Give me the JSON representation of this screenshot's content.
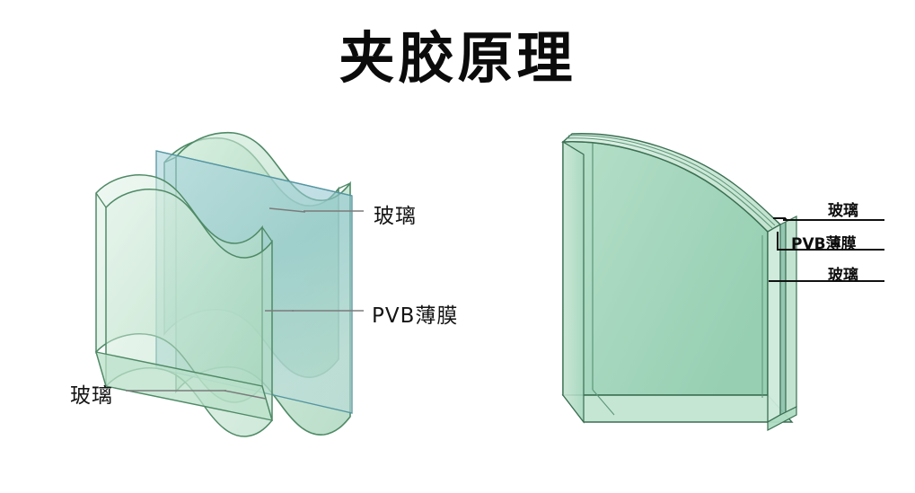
{
  "page": {
    "title": "夹胶原理",
    "background_color": "#ffffff"
  },
  "colors": {
    "glass_fill": "#a9d7bd",
    "glass_fill_light": "#cbe8d6",
    "glass_edge": "#3f7a58",
    "glass_outline": "#4f8a66",
    "pvb_fill": "#8fc5cf",
    "pvb_edge": "#4a8f9c",
    "assembled_fill": "#a4d5bd",
    "assembled_outline": "#3a6f52",
    "leader_line_left": "#6f6f6f",
    "leader_line_right": "#111111",
    "label_text": "#111111",
    "title_text": "#0b0b0b"
  },
  "exploded_view": {
    "name": "exploded-laminated-glass",
    "layers": [
      {
        "id": "front-glass",
        "label": "玻璃",
        "material": "glass"
      },
      {
        "id": "pvb-film",
        "label": "PVB薄膜",
        "material": "pvb"
      },
      {
        "id": "back-glass",
        "label": "玻璃",
        "material": "glass"
      }
    ],
    "callouts": [
      {
        "id": "glass-top",
        "text": "玻璃",
        "target_layer": "back-glass"
      },
      {
        "id": "pvb-middle",
        "text": "PVB薄膜",
        "target_layer": "pvb-film"
      },
      {
        "id": "glass-bottom",
        "text": "玻璃",
        "target_layer": "front-glass"
      }
    ]
  },
  "assembled_view": {
    "name": "assembled-laminated-glass",
    "callouts": [
      {
        "id": "r-glass-top",
        "text": "玻璃"
      },
      {
        "id": "r-pvb",
        "text": "PVB薄膜"
      },
      {
        "id": "r-glass-bottom",
        "text": "玻璃"
      }
    ]
  }
}
